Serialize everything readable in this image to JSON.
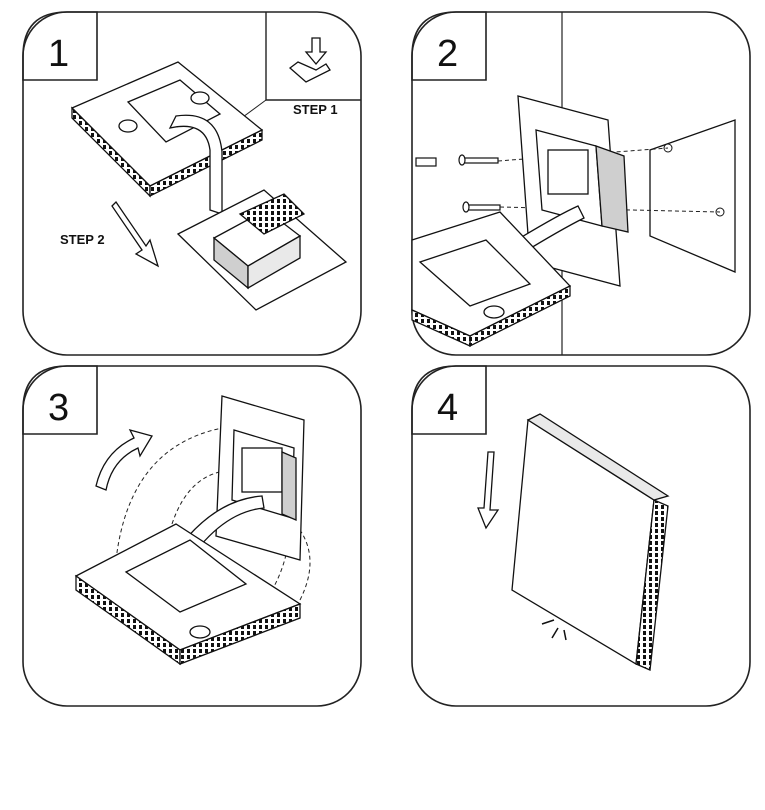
{
  "panels": [
    {
      "number": "1",
      "captions": [
        "STEP 1",
        "STEP 2"
      ]
    },
    {
      "number": "2"
    },
    {
      "number": "3"
    },
    {
      "number": "4"
    }
  ],
  "colors": {
    "line": "#1a1a1a",
    "fill_light": "#ffffff",
    "fill_dark": "#cfcfcf",
    "panel_border": "#222222"
  }
}
